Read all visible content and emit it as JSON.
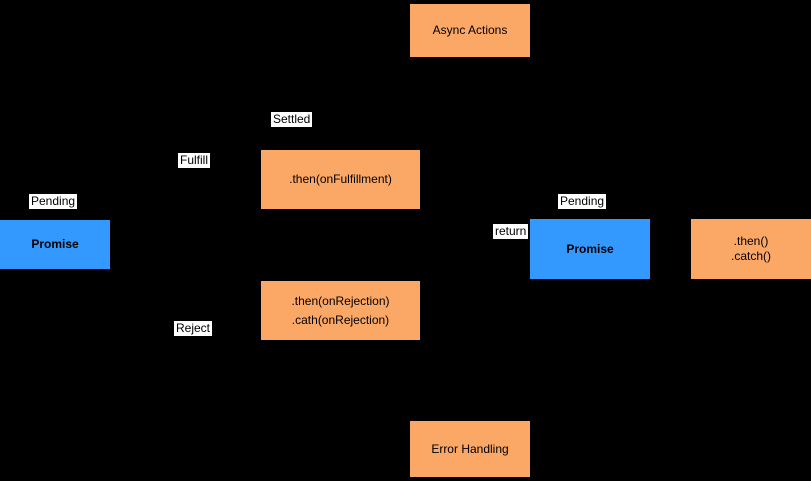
{
  "colors": {
    "background": "#000000",
    "node_orange": "#FBA766",
    "node_blue": "#3399FF",
    "label_bg": "#FFFFFF",
    "text": "#000000"
  },
  "diagram": {
    "nodes": {
      "async_actions": {
        "label": "Async Actions"
      },
      "then_fulfillment": {
        "label": ".then(onFulfillment)"
      },
      "then_rejection": {
        "lines": [
          ".then(onRejection)",
          ".cath(onRejection)"
        ]
      },
      "promise_left": {
        "label": "Promise"
      },
      "promise_right": {
        "label": "Promise"
      },
      "then_catch": {
        "lines": [
          ".then()",
          ".catch()"
        ]
      },
      "error_handling": {
        "label": "Error Handling"
      }
    },
    "edge_labels": {
      "pending_left": "Pending",
      "fulfill": "Fulfill",
      "settled": "Settled",
      "reject": "Reject",
      "return_label": "return",
      "pending_right": "Pending"
    }
  }
}
